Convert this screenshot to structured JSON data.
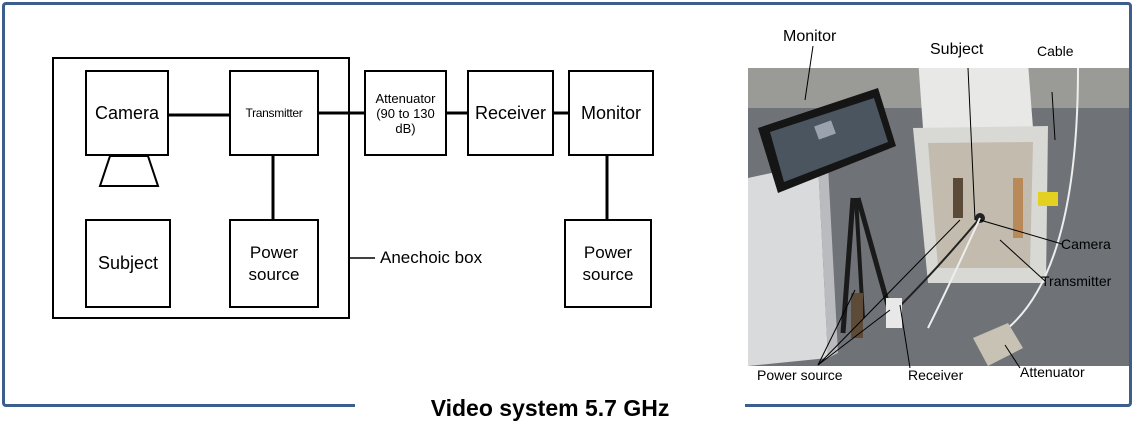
{
  "caption": "Video system 5.7 GHz",
  "diagram": {
    "camera": "Camera",
    "transmitter": "Transmitter",
    "attenuator": "Attenuator (90 to 130 dB)",
    "receiver": "Receiver",
    "monitor": "Monitor",
    "subject": "Subject",
    "power_source_left": "Power source",
    "power_source_right": "Power source",
    "anechoic_box": "Anechoic box"
  },
  "photo_labels": {
    "monitor": "Monitor",
    "subject": "Subject",
    "cable": "Cable",
    "camera": "Camera",
    "transmitter": "Transmitter",
    "power_source": "Power source",
    "receiver": "Receiver",
    "attenuator": "Attenuator"
  }
}
